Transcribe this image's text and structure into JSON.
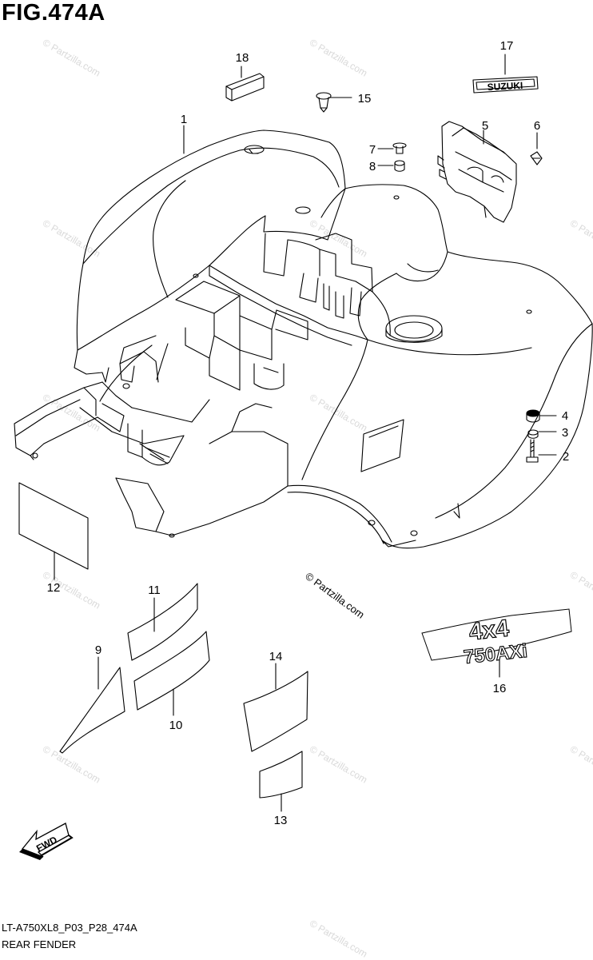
{
  "figure": {
    "title": "FIG.474A",
    "drawing_code": "LT-A750XL8_P03_P28_474A",
    "drawing_name": "REAR FENDER",
    "credit": "© Partzilla.com",
    "watermark": "© Partzilla.com"
  },
  "callouts": [
    "1",
    "2",
    "3",
    "4",
    "5",
    "6",
    "7",
    "8",
    "9",
    "10",
    "11",
    "12",
    "13",
    "14",
    "15",
    "16",
    "17",
    " 18"
  ],
  "decals": {
    "suzuki": "SUZUKI",
    "model_top": "4x4",
    "model_bottom": "750AXi",
    "fwd": "FWD"
  },
  "colors": {
    "line": "#000000",
    "watermark": "#d9d9d9",
    "background": "#ffffff"
  }
}
